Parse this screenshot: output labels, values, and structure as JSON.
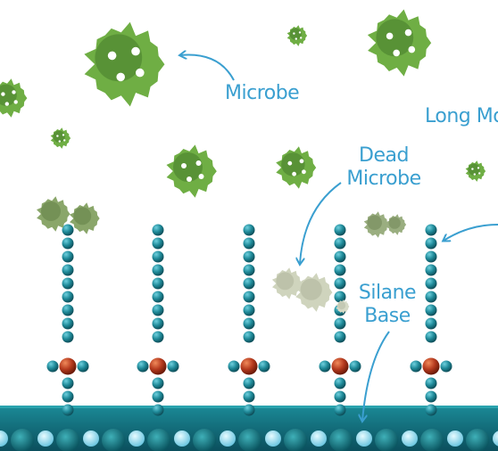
{
  "labels": {
    "microbe": "Microbe",
    "long_mo": "Long Mo",
    "dead_microbe": "Dead\nMicrobe",
    "silane_base": "Silane\nBase"
  },
  "colors": {
    "label": "#3a9fd0",
    "chain_bead": "#1f8a99",
    "core_bead": "#b53a1e",
    "base_dark": "#0d5b6a",
    "base_light": "#8fd8ee",
    "microbe_green": "#5f9a3b",
    "dead_microbe": "#c9cfb6",
    "arrow": "#3a9fd0"
  }
}
